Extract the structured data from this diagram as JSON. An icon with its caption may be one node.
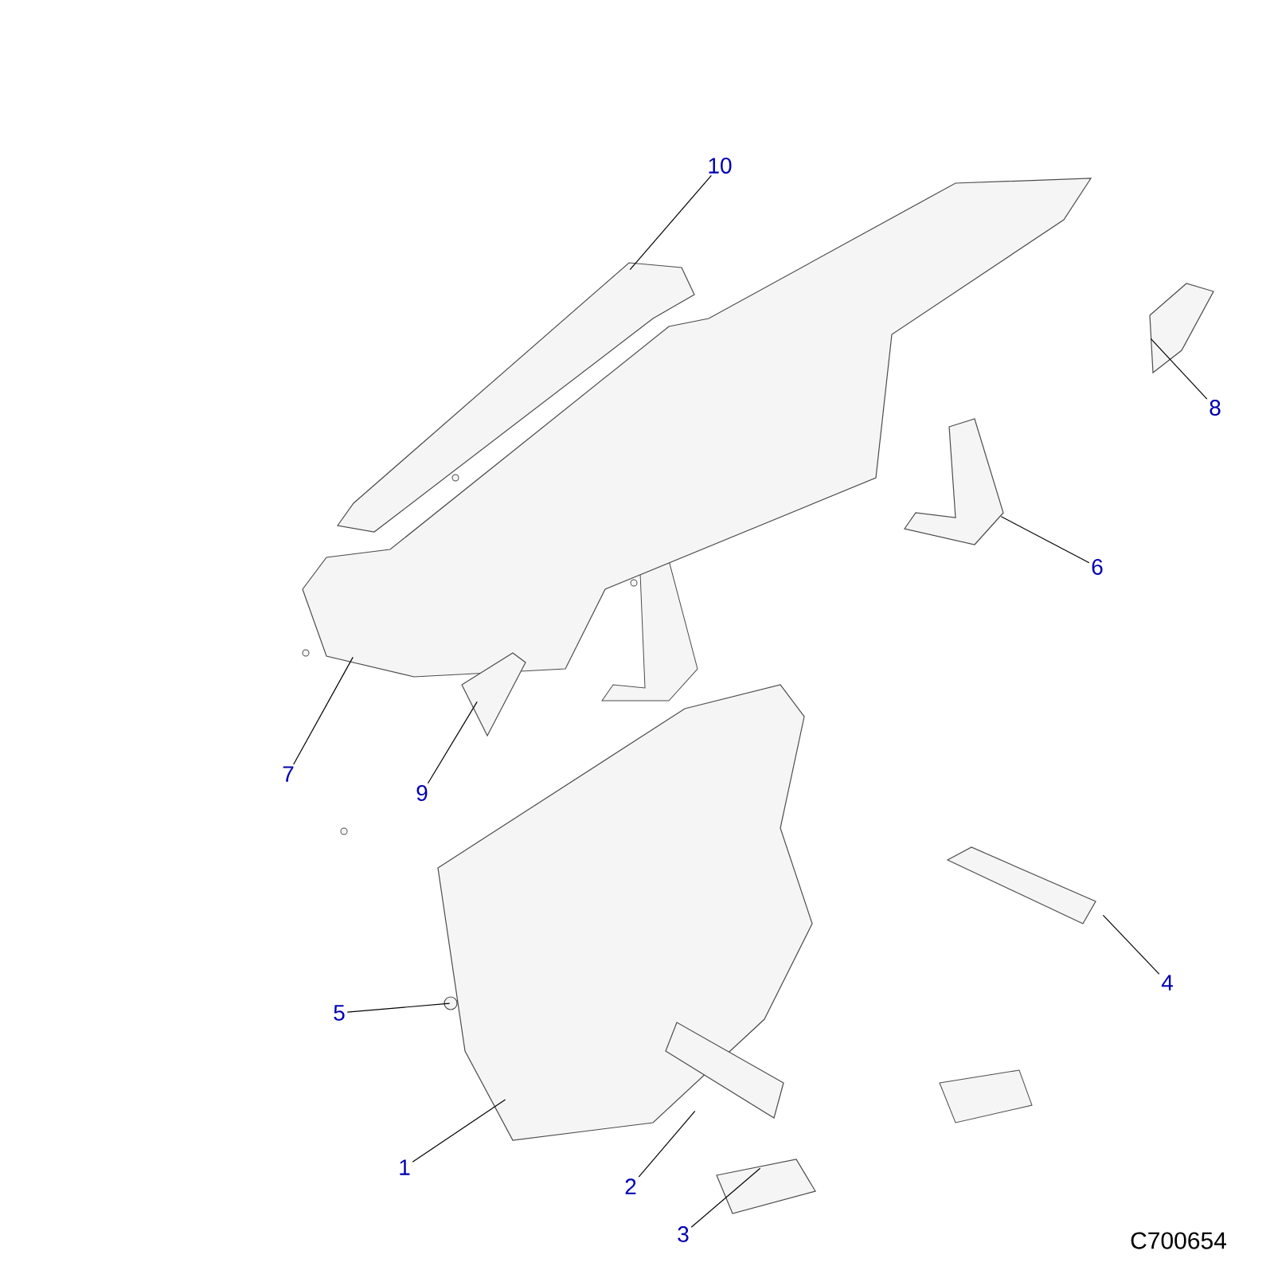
{
  "diagram": {
    "nodes": [
      {
        "text": [
          "10"
        ]
      },
      {
        "text": [
          "8"
        ]
      },
      {
        "text": [
          "6"
        ]
      },
      {
        "text": [
          "7"
        ]
      },
      {
        "text": [
          "9"
        ]
      },
      {
        "text": [
          "4"
        ]
      },
      {
        "text": [
          "5"
        ]
      },
      {
        "text": [
          "1"
        ]
      },
      {
        "text": [
          "2"
        ]
      },
      {
        "text": [
          "3"
        ]
      },
      {
        "text": [],
        "shape": "picture"
      },
      {
        "text": [],
        "shape": "picture"
      },
      {
        "text": [],
        "shape": "picture"
      },
      {
        "text": [],
        "shape": "picture"
      },
      {
        "text": [],
        "shape": "picture"
      },
      {
        "text": [],
        "shape": "picture"
      },
      {
        "text": [],
        "shape": "circle"
      },
      {
        "text": [],
        "shape": "picture"
      },
      {
        "text": [],
        "shape": "picture"
      },
      {
        "text": [],
        "shape": "picture"
      }
    ],
    "edges": [
      {
        "from": 0,
        "to": 10,
        "arrow": "none"
      },
      {
        "from": 1,
        "to": 11,
        "arrow": "none"
      },
      {
        "from": 2,
        "to": 12,
        "arrow": "none"
      },
      {
        "from": 3,
        "to": 13,
        "arrow": "none"
      },
      {
        "from": 4,
        "to": 14,
        "arrow": "none"
      },
      {
        "from": 5,
        "to": 15,
        "arrow": "none"
      },
      {
        "from": 6,
        "to": 16,
        "arrow": "none"
      },
      {
        "from": 7,
        "to": 17,
        "arrow": "none"
      },
      {
        "from": 8,
        "to": 18,
        "arrow": "none"
      },
      {
        "from": 9,
        "to": 19,
        "arrow": "none"
      }
    ],
    "labels": [
      "C700654"
    ]
  }
}
